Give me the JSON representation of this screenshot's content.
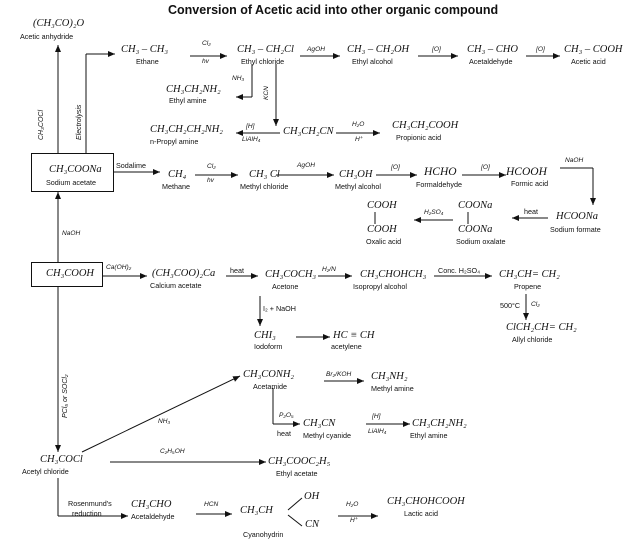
{
  "title": "Conversion of Acetic acid into other organic compound",
  "compounds": {
    "acetic_anhydride": {
      "formula": "(CH₃CO)₂O",
      "name": "Acetic anhydride"
    },
    "ethane": {
      "formula": "CH₃ – CH₃",
      "name": "Ethane"
    },
    "ethyl_chloride": {
      "formula": "CH₃ – CH₂Cl",
      "name": "Ethyl chloride"
    },
    "ethyl_alcohol": {
      "formula": "CH₃ – CH₂OH",
      "name": "Ethyl alcohol"
    },
    "acetaldehyde_top": {
      "formula": "CH₃ – CHO",
      "name": "Acetaldehyde"
    },
    "acetic_acid_top": {
      "formula": "CH₃ – COOH",
      "name": "Acetic acid"
    },
    "ethyl_amine_top": {
      "formula": "CH₃CH₂NH₂",
      "name": "Ethyl amine"
    },
    "propyl_amine": {
      "formula": "CH₃CH₂CH₂NH₂",
      "name": "n-Propyl amine"
    },
    "ethyl_cyanide": {
      "formula": "CH₃CH₂CN"
    },
    "propionic_acid": {
      "formula": "CH₃CH₂COOH",
      "name": "Propionic acid"
    },
    "sodium_acetate": {
      "formula": "CH₃COONa",
      "name": "Sodium acetate"
    },
    "methane": {
      "formula": "CH₄",
      "name": "Methane"
    },
    "methyl_chloride": {
      "formula": "CH₃ Cl",
      "name": "Methyl chloride"
    },
    "methyl_alcohol": {
      "formula": "CH₃OH",
      "name": "Methyl alcohol"
    },
    "formaldehyde": {
      "formula": "HCHO",
      "name": "Formaldehyde"
    },
    "formic_acid": {
      "formula": "HCOOH",
      "name": "Formic acid"
    },
    "sodium_formate": {
      "formula": "HCOONa",
      "name": "Sodium formate"
    },
    "sodium_oxalate": {
      "formula_top": "COONa",
      "formula_bottom": "COONa",
      "name": "Sodium oxalate"
    },
    "oxalic_acid": {
      "formula_top": "COOH",
      "formula_bottom": "COOH",
      "name": "Oxalic acid"
    },
    "acetic_acid_main": {
      "formula": "CH₃COOH"
    },
    "calcium_acetate": {
      "formula": "(CH₃COO)₂Ca",
      "name": "Calcium acetate"
    },
    "acetone": {
      "formula": "CH₃COCH₃",
      "name": "Acetone"
    },
    "isopropyl_alcohol": {
      "formula": "CH₃CHOHCH₃",
      "name": "Isopropyl alcohol"
    },
    "propene": {
      "formula": "CH₃CH= CH₂",
      "name": "Propene"
    },
    "allyl_chloride": {
      "formula": "ClCH₂CH= CH₂",
      "name": "Allyl chloride"
    },
    "iodoform": {
      "formula": "CHI₃",
      "name": "Iodoform"
    },
    "acetylene": {
      "formula": "HC ≡ CH",
      "name": "acetylene"
    },
    "acetamide": {
      "formula": "CH₃CONH₂",
      "name": "Acetamide"
    },
    "methyl_amine": {
      "formula": "CH₃NH₂",
      "name": "Methyl amine"
    },
    "methyl_cyanide": {
      "formula": "CH₃CN",
      "name": "Methyl cyanide"
    },
    "ethyl_amine_bottom": {
      "formula": "CH₃CH₂NH₂",
      "name": "Ethyl amine"
    },
    "acetyl_chloride": {
      "formula": "CH₃COCl",
      "name": "Acetyl chloride"
    },
    "ethyl_acetate": {
      "formula": "CH₃COOC₂H₅",
      "name": "Ethyl acetate"
    },
    "acetaldehyde_bottom": {
      "formula": "CH₃CHO",
      "name": "Acetaldehyde"
    },
    "cyanohydrin": {
      "formula_main": "CH₃CH",
      "formula_oh": "OH",
      "formula_cn": "CN",
      "name": "Cyanohydrin"
    },
    "lactic_acid": {
      "formula": "CH₃CHOHCOOH",
      "name": "Lactic acid"
    }
  },
  "conditions": {
    "electrolysis": "Electrolysis",
    "cl2_hv_1": "Cl₂",
    "hv_1": "hv",
    "agoh_1": "AgOH",
    "o_1": "[O]",
    "o_2": "[O]",
    "nh3_1": "NH₃",
    "kcn": "KCN",
    "h_lialh4_h": "[H]",
    "h_lialh4_l": "LiAlH₄",
    "h2o_1": "H₂O",
    "hplus_1": "H⁺",
    "sodalime": "Sodalime",
    "cl2_hv_2": "Cl₂",
    "hv_2": "hv",
    "agoh_2": "AgOH",
    "o_3": "[O]",
    "o_4": "[O]",
    "naoh_right": "NaOH",
    "heat_1": "heat",
    "h2so4": "H₂SO₄",
    "naoh_left": "NaOH",
    "ch3co_2o": "CH₃COCl",
    "caoh2": "Ca(OH)₂",
    "heat_2": "heat",
    "h2_ni": "H₂/N",
    "conc_h2so4": "Conc. H₂SO₄",
    "cl2_500": "500°C",
    "cl2_b": "Cl₂",
    "i2_naoh": "I₂ + NaOH",
    "pcl5_socl2": "PCl₅ or SOCl₂",
    "br2_koh": "Br₂/KOH",
    "nh3_2": "NH₃",
    "p2o5": "P₂O₅",
    "heat_3": "heat",
    "h_lialh4_h2": "[H]",
    "h_lialh4_l2": "LiAlH₄",
    "c2h5oh": "C₂H₅OH",
    "rosenmund_1": "Rosenmund's",
    "rosenmund_2": "reduction",
    "hcn": "HCN",
    "h2o_2": "H₂O",
    "hplus_2": "H⁺"
  }
}
